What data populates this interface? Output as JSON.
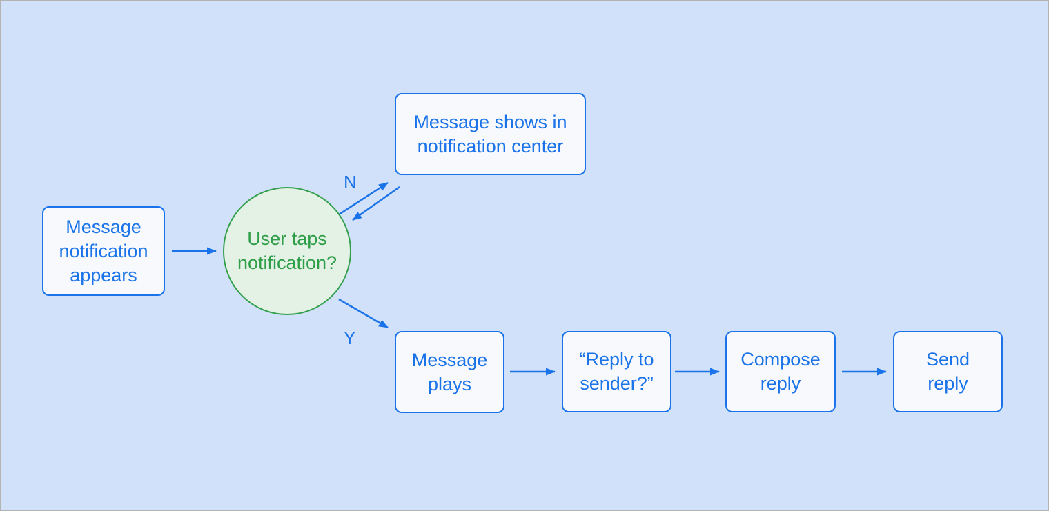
{
  "canvas": {
    "background_color": "#d1e1f9",
    "frame_border_color": "#b3b3b3"
  },
  "colors": {
    "accent_blue": "#1a73e8",
    "box_fill": "#f7f9fc",
    "decision_border_green": "#34a04d",
    "decision_text_green": "#2e9e49",
    "decision_fill": "#e4f1e5"
  },
  "diagram": {
    "nodes": {
      "message_notification": {
        "type": "process",
        "label": [
          "Message",
          "notification",
          "appears"
        ]
      },
      "user_taps": {
        "type": "decision",
        "label": [
          "User taps",
          "notification?"
        ]
      },
      "message_shows": {
        "type": "process",
        "label": [
          "Message shows in",
          "notification center"
        ]
      },
      "message_plays": {
        "type": "process",
        "label": [
          "Message",
          "plays"
        ]
      },
      "reply_to_sender": {
        "type": "process",
        "label": [
          "“Reply to",
          "sender?”"
        ]
      },
      "compose_reply": {
        "type": "process",
        "label": [
          "Compose",
          "reply"
        ]
      },
      "send_reply": {
        "type": "process",
        "label": [
          "Send",
          "reply"
        ]
      }
    },
    "edge_labels": {
      "no": "N",
      "yes": "Y"
    }
  }
}
